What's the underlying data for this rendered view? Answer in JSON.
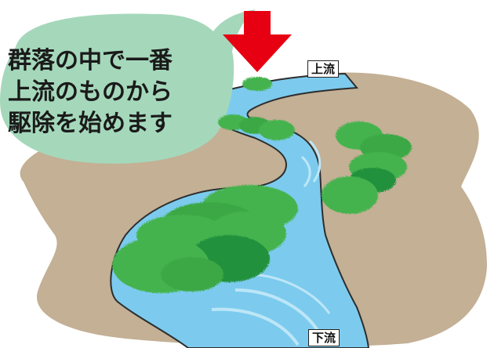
{
  "callout": {
    "lines": [
      "群落の中で一番",
      "上流のものから",
      "駆除を始めます"
    ]
  },
  "labels": {
    "upstream": "上流",
    "downstream": "下流"
  },
  "colors": {
    "ground": "#c3b095",
    "river": "#7ccbee",
    "river_highlight": "#bde6f7",
    "bubble": "#a5d8bb",
    "vegetation": "#44b34d",
    "vegetation_dark": "#21913d",
    "arrow": "#e60012"
  },
  "icons": {
    "pointer": "down-arrow-icon"
  }
}
